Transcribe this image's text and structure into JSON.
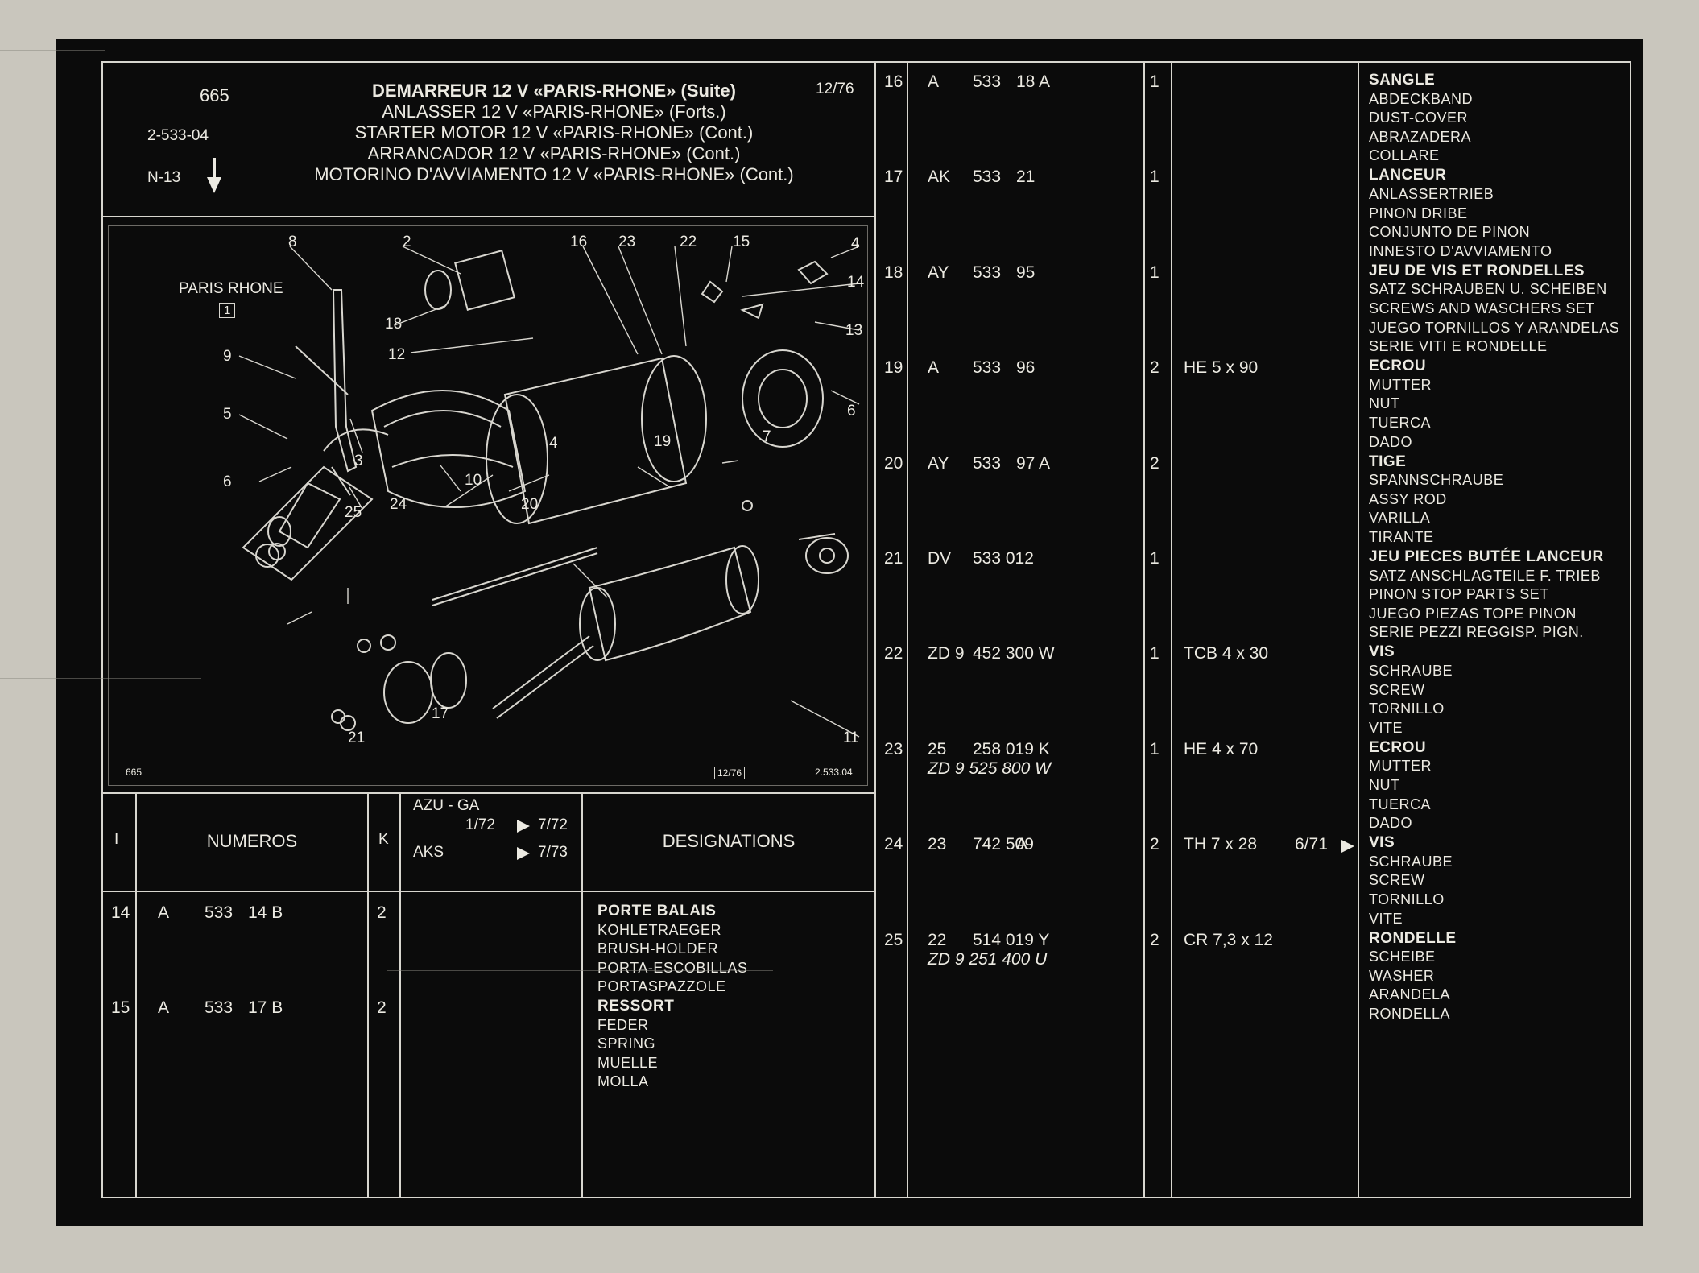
{
  "header": {
    "page_number": "665",
    "ref_code": "2-533-04",
    "group": "N-13",
    "date": "12/76",
    "titles": [
      "DEMARREUR 12 V «PARIS-RHONE» (Suite)",
      "ANLASSER 12 V «PARIS-RHONE» (Forts.)",
      "STARTER MOTOR 12 V «PARIS-RHONE» (Cont.)",
      "ARRANCADOR 12 V «PARIS-RHONE» (Cont.)",
      "MOTORINO D'AVVIAMENTO 12 V «PARIS-RHONE» (Cont.)"
    ]
  },
  "diagram": {
    "brand": "PARIS RHONE",
    "brand_box": "1",
    "footer_left": "665",
    "footer_mid": "12/76",
    "footer_right": "2.533.04",
    "callouts": [
      "8",
      "2",
      "16",
      "23",
      "22",
      "15",
      "4",
      "14",
      "13",
      "18",
      "12",
      "9",
      "5",
      "3",
      "6",
      "10",
      "4",
      "19",
      "7",
      "6",
      "25",
      "24",
      "20",
      "11",
      "21",
      "17"
    ]
  },
  "table_header": {
    "col_i": "I",
    "col_numeros": "NUMEROS",
    "col_k": "K",
    "model_1": "AZU - GA",
    "model_1_from": "1/72",
    "model_1_to": "7/72",
    "model_2": "AKS",
    "model_2_to": "7/73",
    "col_designations": "DESIGNATIONS"
  },
  "left_rows": [
    {
      "item": "14",
      "p1": "A",
      "p2": "533",
      "p3": "14 B",
      "qty": "2",
      "desc": [
        "PORTE BALAIS",
        "KOHLETRAEGER",
        "BRUSH-HOLDER",
        "PORTA-ESCOBILLAS",
        "PORTASPAZZOLE"
      ]
    },
    {
      "item": "15",
      "p1": "A",
      "p2": "533",
      "p3": "17 B",
      "qty": "2",
      "desc": [
        "RESSORT",
        "FEDER",
        "SPRING",
        "MUELLE",
        "MOLLA"
      ]
    }
  ],
  "right_rows": [
    {
      "item": "16",
      "p1": "A",
      "p2": "533",
      "p3": "18 A",
      "qty": "1",
      "spec": "",
      "note": "",
      "alt": "",
      "desc": [
        "SANGLE",
        "ABDECKBAND",
        "DUST-COVER",
        "ABRAZADERA",
        "COLLARE"
      ]
    },
    {
      "item": "17",
      "p1": "AK",
      "p2": "533",
      "p3": "21",
      "qty": "1",
      "spec": "",
      "note": "",
      "alt": "",
      "desc": [
        "LANCEUR",
        "ANLASSERTRIEB",
        "PINON DRIBE",
        "CONJUNTO DE PINON",
        "INNESTO D'AVVIAMENTO"
      ]
    },
    {
      "item": "18",
      "p1": "AY",
      "p2": "533",
      "p3": "95",
      "qty": "1",
      "spec": "",
      "note": "",
      "alt": "",
      "desc": [
        "JEU DE VIS ET RONDELLES",
        "SATZ SCHRAUBEN U. SCHEIBEN",
        "SCREWS AND WASCHERS SET",
        "JUEGO TORNILLOS Y ARANDELAS",
        "SERIE VITI E RONDELLE"
      ]
    },
    {
      "item": "19",
      "p1": "A",
      "p2": "533",
      "p3": "96",
      "qty": "2",
      "spec": "HE 5 x 90",
      "note": "",
      "alt": "",
      "desc": [
        "ECROU",
        "MUTTER",
        "NUT",
        "TUERCA",
        "DADO"
      ]
    },
    {
      "item": "20",
      "p1": "AY",
      "p2": "533",
      "p3": "97 A",
      "qty": "2",
      "spec": "",
      "note": "",
      "alt": "",
      "desc": [
        "TIGE",
        "SPANNSCHRAUBE",
        "ASSY ROD",
        "VARILLA",
        "TIRANTE"
      ]
    },
    {
      "item": "21",
      "p1": "DV",
      "p2": "533 012",
      "p3": "",
      "qty": "1",
      "spec": "",
      "note": "",
      "alt": "",
      "desc": [
        "JEU PIECES BUTÉE LANCEUR",
        "SATZ ANSCHLAGTEILE F. TRIEB",
        "PINON STOP PARTS SET",
        "JUEGO PIEZAS TOPE PINON",
        "SERIE PEZZI REGGISP. PIGN."
      ]
    },
    {
      "item": "22",
      "p1": "ZD 9",
      "p2": "452 300 W",
      "p3": "",
      "qty": "1",
      "spec": "TCB 4 x 30",
      "note": "",
      "alt": "",
      "desc": [
        "VIS",
        "SCHRAUBE",
        "SCREW",
        "TORNILLO",
        "VITE"
      ]
    },
    {
      "item": "23",
      "p1": "25",
      "p2": "258 019 K",
      "p3": "",
      "qty": "1",
      "spec": "HE 4 x 70",
      "note": "",
      "alt": "ZD 9 525 800 W",
      "desc": [
        "ECROU",
        "MUTTER",
        "NUT",
        "TUERCA",
        "DADO"
      ]
    },
    {
      "item": "24",
      "p1": "23",
      "p2": "742 509",
      "p3": "A",
      "qty": "2",
      "spec": "TH 7 x 28",
      "note": "6/71",
      "alt": "",
      "desc": [
        "VIS",
        "SCHRAUBE",
        "SCREW",
        "TORNILLO",
        "VITE"
      ]
    },
    {
      "item": "25",
      "p1": "22",
      "p2": "514 019 Y",
      "p3": "",
      "qty": "2",
      "spec": "CR 7,3 x 12",
      "note": "",
      "alt": "ZD 9 251 400 U",
      "desc": [
        "RONDELLE",
        "SCHEIBE",
        "WASHER",
        "ARANDELA",
        "RONDELLA"
      ]
    }
  ]
}
